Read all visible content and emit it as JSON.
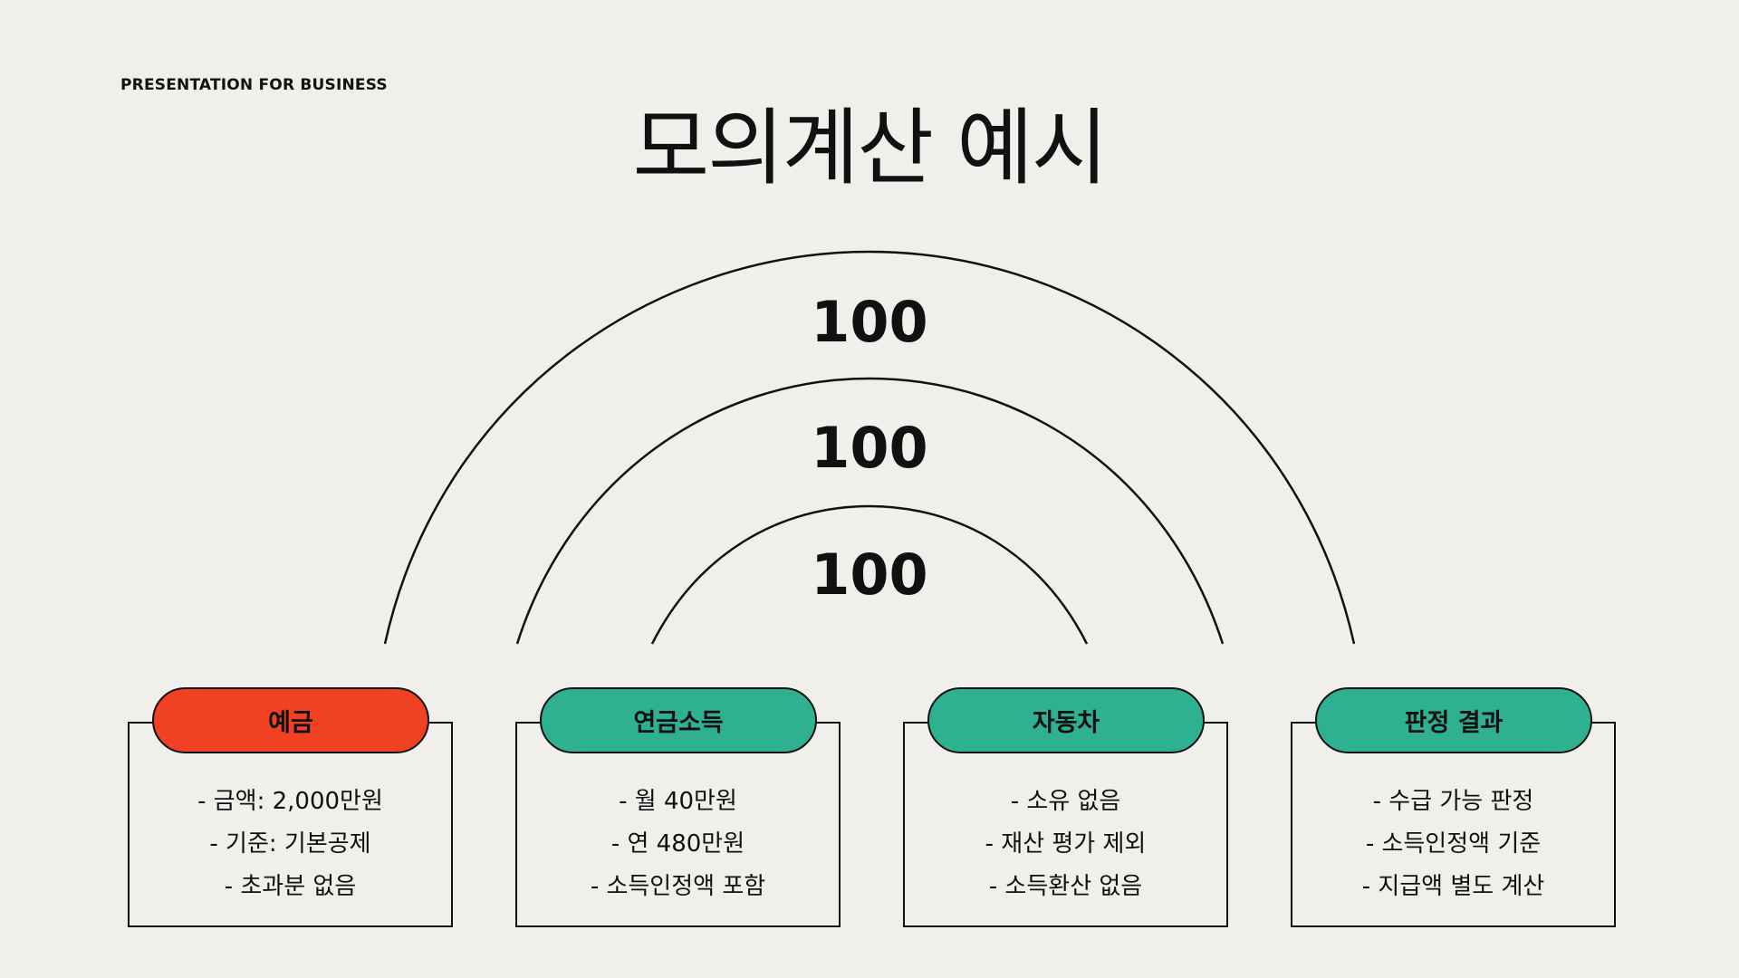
{
  "header": {
    "eyebrow": "PRESENTATION FOR BUSINESS",
    "title": "모의계산 예시"
  },
  "arcs": {
    "values": [
      "100",
      "100",
      "100"
    ]
  },
  "colors": {
    "background": "#f0efeb",
    "accent_red": "#f04122",
    "accent_green": "#2fb090",
    "line": "#111111"
  },
  "cards": [
    {
      "label": "예금",
      "color": "#f04122",
      "lines": [
        "- 금액: 2,000만원",
        "- 기준: 기본공제",
        "- 초과분 없음"
      ]
    },
    {
      "label": "연금소득",
      "color": "#2fb090",
      "lines": [
        "- 월 40만원",
        "- 연 480만원",
        "- 소득인정액 포함"
      ]
    },
    {
      "label": "자동차",
      "color": "#2fb090",
      "lines": [
        "- 소유 없음",
        "- 재산 평가 제외",
        "- 소득환산 없음"
      ]
    },
    {
      "label": "판정 결과",
      "color": "#2fb090",
      "lines": [
        "- 수급 가능 판정",
        "- 소득인정액 기준",
        "- 지급액 별도 계산"
      ]
    }
  ]
}
